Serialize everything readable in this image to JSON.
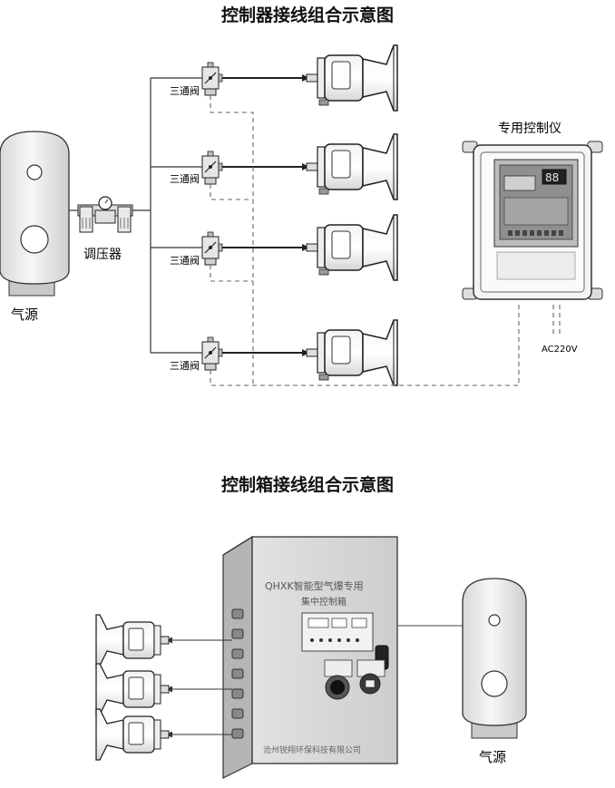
{
  "top": {
    "title": "控制器接线组合示意图",
    "air_source_label": "气源",
    "regulator_label": "调压器",
    "valve_labels": [
      "三通阀",
      "三通阀",
      "三通阀",
      "三通阀"
    ],
    "controller_label": "专用控制仪",
    "controller_display": "88",
    "power_label": "AC220V"
  },
  "bottom": {
    "title": "控制箱接线组合示意图",
    "air_source_label": "气源",
    "box_title": "QHXK智能型气爆专用",
    "box_subtitle": "集中控制箱",
    "box_footer": "沧州锐翔环保科技有限公司"
  },
  "colors": {
    "line": "#333333",
    "dashed": "#666666",
    "box_face": "#d9d9d9",
    "box_side": "#b5b5b5"
  }
}
